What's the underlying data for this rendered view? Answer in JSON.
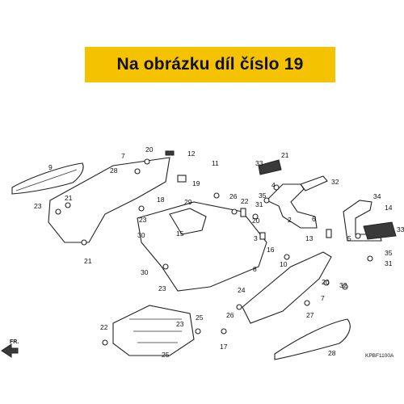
{
  "banner": {
    "text": "Na obrázku díl číslo 19"
  },
  "diagram": {
    "callouts": [
      "9",
      "20",
      "7",
      "12",
      "11",
      "28",
      "19",
      "23",
      "21",
      "18",
      "29",
      "23",
      "26",
      "22",
      "30",
      "15",
      "16",
      "30",
      "8",
      "23",
      "20",
      "3",
      "21",
      "24",
      "26",
      "22",
      "25",
      "25",
      "17",
      "21",
      "33",
      "4",
      "35",
      "31",
      "32",
      "2",
      "34",
      "6",
      "13",
      "14",
      "33",
      "5",
      "35",
      "31",
      "32",
      "20",
      "7",
      "27",
      "28",
      "10",
      "23"
    ],
    "direction_label": "FR.",
    "diagram_code": "KPBF1100A"
  },
  "colors": {
    "banner": "#f5c200"
  }
}
